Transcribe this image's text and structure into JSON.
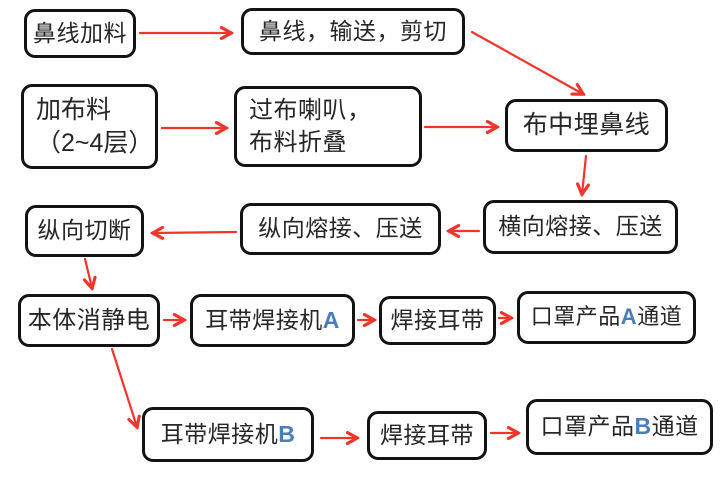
{
  "diagram": {
    "colors": {
      "arrow": "#f2352c",
      "border": "#131313",
      "text": "#262626",
      "letter": "#4a7ebb",
      "bg": "#ffffff"
    },
    "nodes": [
      {
        "label": "鼻线加料"
      },
      {
        "label": "鼻线，输送，剪切"
      },
      {
        "line1": "加布料",
        "line2": "（2~4层）"
      },
      {
        "line1": "过布喇叭，",
        "line2": "布料折叠"
      },
      {
        "label": "布中埋鼻线"
      },
      {
        "label": "纵向切断"
      },
      {
        "label": "纵向熔接、压送"
      },
      {
        "label": "横向熔接、压送"
      },
      {
        "label": "本体消静电"
      },
      {
        "pre": "耳带焊接机",
        "letter": "A",
        "post": ""
      },
      {
        "label": "焊接耳带"
      },
      {
        "pre": "口罩产品",
        "letter": "A",
        "post": "通道"
      },
      {
        "pre": "耳带焊接机",
        "letter": "B",
        "post": ""
      },
      {
        "label": "焊接耳带"
      },
      {
        "pre": "口罩产品",
        "letter": "B",
        "post": "通道"
      }
    ]
  }
}
